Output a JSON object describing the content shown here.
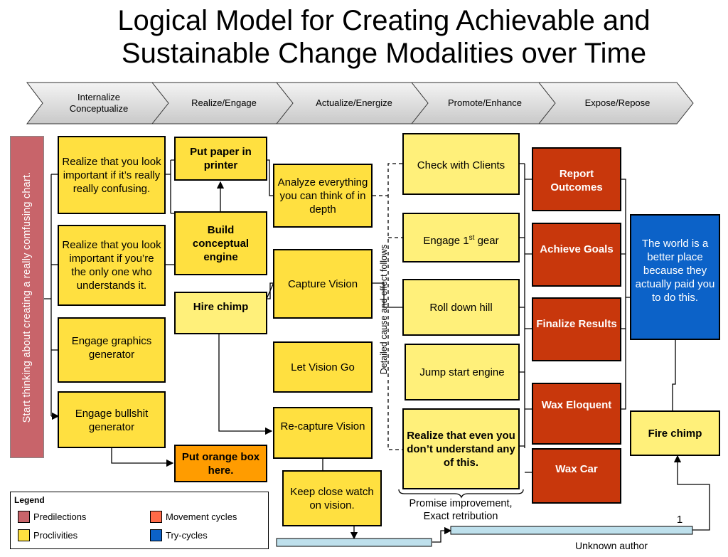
{
  "title_line1": "Logical Model for Creating Achievable and",
  "title_line2": "Sustainable Change Modalities over Time",
  "stages": [
    {
      "line1": "Internalize",
      "line2": "Conceptualize"
    },
    {
      "line1": "Realize/Engage"
    },
    {
      "line1": "Actualize/Energize"
    },
    {
      "line1": "Promote/Enhance"
    },
    {
      "line1": "Expose/Repose"
    }
  ],
  "side_bar": "Start thinking about creating a really comfusing chart.",
  "col1": [
    "Realize that you look important if it’s really really confusing.",
    "Realize that you look important if you’re the only one who understands it.",
    "Engage graphics generator",
    "Engage bullshit generator"
  ],
  "put_paper": "Put paper in printer",
  "build_engine": "Build conceptual engine",
  "hire_chimp": "Hire chimp",
  "put_orange": "Put orange box here.",
  "analyze": "Analyze everything you can think of in depth",
  "capture_vision": "Capture Vision",
  "let_vision_go": "Let Vision Go",
  "recapture_vision": "Re-capture Vision",
  "keep_watch": "Keep close watch on vision.",
  "cause_effect": "Detailed cause and effect follows",
  "col4": {
    "check_clients": "Check with Clients",
    "engage_gear_pre": "Engage 1",
    "engage_gear_sup": "st",
    "engage_gear_post": " gear",
    "roll_down": "Roll down hill",
    "jump_start": "Jump start engine",
    "realize_dont": "Realize that even you don’t understand any of this."
  },
  "promise_line1": "Promise improvement,",
  "promise_line2": "Exact retribution",
  "col5": [
    "Report Outcomes",
    "Achieve Goals",
    "Finalize Results",
    "Wax Eloquent",
    "Wax Car"
  ],
  "world": "The world is a better place because they actually paid you to do this.",
  "fire_chimp": "Fire chimp",
  "page_number": "1",
  "author": "Unknown author",
  "legend": {
    "title": "Legend",
    "items": [
      "Predilections",
      "Proclivities",
      "Movement cycles",
      "Try-cycles"
    ]
  },
  "colors": {
    "predilections": "#C8646A",
    "proclivities": "#FFE040",
    "movement_cycles": "#FF6A48",
    "try_cycles": "#0C62C8"
  }
}
